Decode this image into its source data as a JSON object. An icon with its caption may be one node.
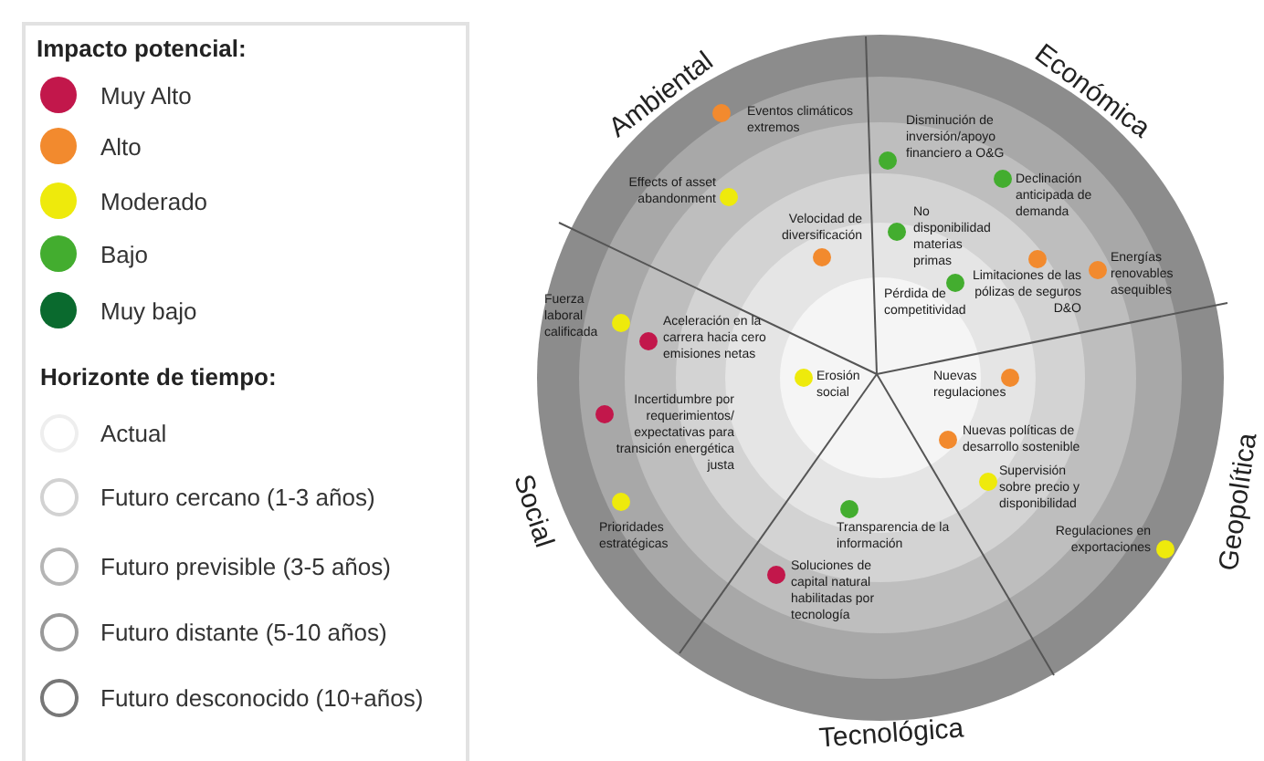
{
  "diagram": {
    "labels": [
      "Impacto potencial:",
      "Horizonte de tiempo:",
      "Ambiental",
      "Económica",
      "Social",
      "Geopolítica",
      "Tecnológica",
      "Eventos climáticos extremos",
      "Disminución de inversión/apoyo financiero a O&G",
      "Effects of asset abandonment",
      "Declinación anticipada de demanda",
      "Velocidad de diversificación",
      "No disponibilidad materias primas",
      "Limitaciones de las pólizas de seguros D&O",
      "Energías renovables asequibles",
      "Pérdida de competitividad",
      "Fuerza laboral calificada",
      "Aceleración en la carrera hacia cero emisiones netas",
      "Erosión social",
      "Nuevas regulaciones",
      "Incertidumbre por requerimientos/ expectativas para transición energética justa",
      "Nuevas políticas de desarrollo sostenible",
      "Supervisión sobre precio y disponibilidad",
      "Prioridades estratégicas",
      "Transparencia de la información",
      "Regulaciones en exportaciones",
      "Soluciones de capital natural habilitadas por tecnología"
    ],
    "legend": [
      {
        "text": "Muy Alto",
        "color": "#c2174b"
      },
      {
        "text": "Alto",
        "color": "#f28a2e"
      },
      {
        "text": "Moderado",
        "color": "#eeea0c"
      },
      {
        "text": "Bajo",
        "color": "#43ad2f"
      },
      {
        "text": "Muy bajo",
        "color": "#0a6a2e"
      },
      {
        "text": "Actual"
      },
      {
        "text": "Futuro cercano (1-3 años)"
      },
      {
        "text": "Futuro previsible (3-5 años)"
      },
      {
        "text": "Futuro distante (5-10 años)"
      },
      {
        "text": "Futuro desconocido (10+años)"
      }
    ]
  }
}
